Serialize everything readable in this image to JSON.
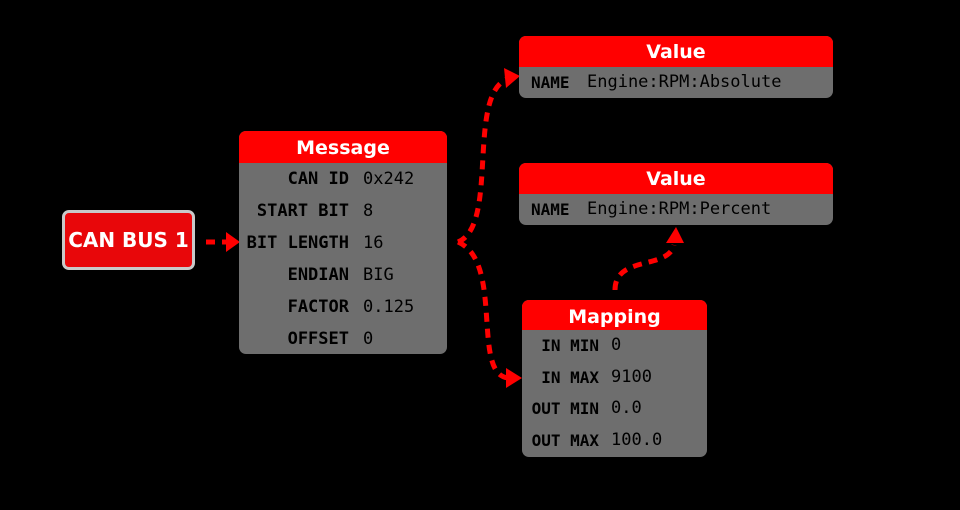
{
  "source": {
    "label": "CAN BUS 1"
  },
  "message": {
    "title": "Message",
    "fields": [
      {
        "key": "CAN ID",
        "value": "0x242"
      },
      {
        "key": "START BIT",
        "value": "8"
      },
      {
        "key": "BIT LENGTH",
        "value": "16"
      },
      {
        "key": "ENDIAN",
        "value": "BIG"
      },
      {
        "key": "FACTOR",
        "value": "0.125"
      },
      {
        "key": "OFFSET",
        "value": "0"
      }
    ]
  },
  "value_absolute": {
    "title": "Value",
    "key": "NAME",
    "value": "Engine:RPM:Absolute"
  },
  "value_percent": {
    "title": "Value",
    "key": "NAME",
    "value": "Engine:RPM:Percent"
  },
  "mapping": {
    "title": "Mapping",
    "fields": [
      {
        "key": "IN MIN",
        "value": "0"
      },
      {
        "key": "IN MAX",
        "value": "9100"
      },
      {
        "key": "OUT MIN",
        "value": "0.0"
      },
      {
        "key": "OUT MAX",
        "value": "100.0"
      }
    ]
  },
  "colors": {
    "background": "#000000",
    "accent": "#ff0000",
    "node_body": "#6e6e6e",
    "source_border": "#c9c9c9"
  }
}
